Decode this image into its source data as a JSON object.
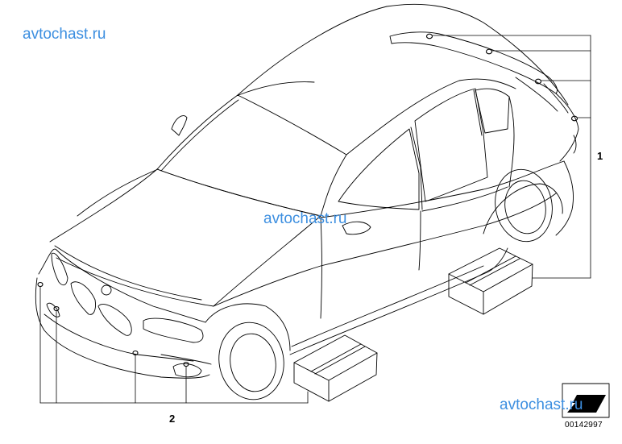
{
  "watermarks": [
    "avtochast.ru",
    "avtochast.ru",
    "avtochast.ru"
  ],
  "callouts": {
    "part1": "1",
    "part2": "2"
  },
  "document_number": "00142997",
  "colors": {
    "lines": "#000000",
    "watermark": "#3d8fe0",
    "background": "#ffffff"
  }
}
